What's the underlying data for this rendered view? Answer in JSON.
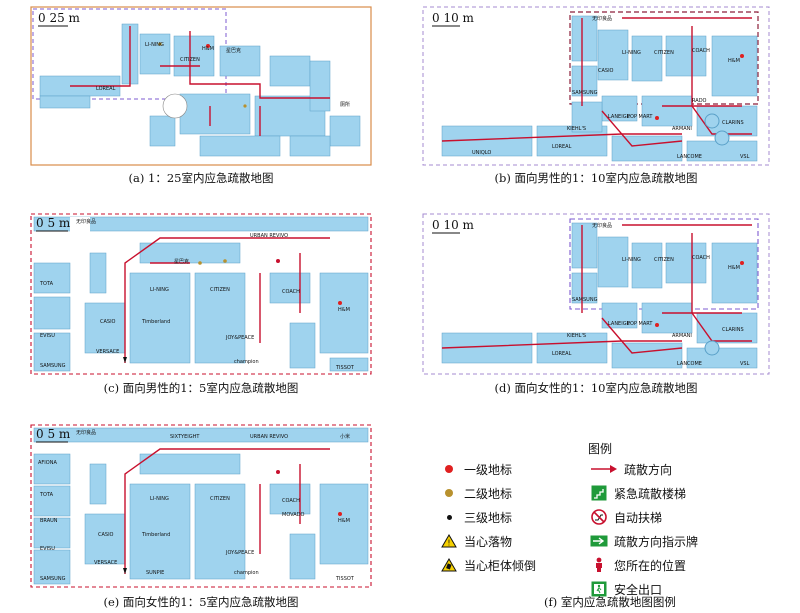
{
  "panels": {
    "a": {
      "scale": "0  25 m",
      "caption": "(a) 1：25室内应急疏散地图",
      "labels": [
        "LI-NING",
        "H&M",
        "CITIZEN",
        "LOREAL",
        "星巴克",
        "厕所"
      ]
    },
    "b": {
      "scale": "0  10 m",
      "caption": "(b) 面向男性的1：10室内应急疏散地图",
      "labels": [
        "LI-NING",
        "CITIZEN",
        "COACH",
        "H&M",
        "CASIO",
        "SAMSUNG",
        "RADO",
        "LANEIGE",
        "POP MART",
        "ARMANI",
        "KIEHL'S",
        "CLARINS",
        "LOREAL",
        "UNIQLO",
        "VSL",
        "LANCOME",
        "无印良品"
      ]
    },
    "c": {
      "scale": "0  5 m",
      "caption": "(c) 面向男性的1：5室内应急疏散地图",
      "labels": [
        "无印良品",
        "URBAN REVIVO",
        "TOTA",
        "LI-NING",
        "CITIZEN",
        "COACH",
        "H&M",
        "EVISU",
        "CASIO",
        "Timberland",
        "JOY&PEACE",
        "SAMSUNG",
        "VERSACE",
        "champion",
        "TISSOT",
        "星巴克"
      ]
    },
    "d": {
      "scale": "0  10 m",
      "caption": "(d) 面向女性的1：10室内应急疏散地图",
      "labels": [
        "LI-NING",
        "CITIZEN",
        "COACH",
        "H&M",
        "SAMSUNG",
        "LANEIGE",
        "POP MART",
        "ARMANI",
        "KIEHL'S",
        "CLARINS",
        "LOREAL",
        "LANCOME",
        "VSL",
        "无印良品"
      ]
    },
    "e": {
      "scale": "0  5 m",
      "caption": "(e) 面向女性的1：5室内应急疏散地图",
      "labels": [
        "无印良品",
        "SIXTYEIGHT",
        "URBAN REVIVO",
        "AFIONA",
        "TOTA",
        "BRAUN",
        "LI-NING",
        "CITIZEN",
        "COACH",
        "MOVADO",
        "H&M",
        "EVISU",
        "CASIO",
        "Timberland",
        "JOY&PEACE",
        "SAMSUNG",
        "VERSACE",
        "SUNPIE",
        "champion",
        "TISSOT",
        "小米"
      ]
    }
  },
  "legend": {
    "title": "图例",
    "caption": "(f) 室内应急疏散地图图例",
    "items_left": [
      {
        "label": "一级地标",
        "color": "#e02020"
      },
      {
        "label": "二级地标",
        "color": "#b8912e"
      },
      {
        "label": "三级地标",
        "color": "#111111"
      },
      {
        "label": "当心落物",
        "icon": "falling-object-warning-icon"
      },
      {
        "label": "当心柜体倾倒",
        "icon": "cabinet-tip-warning-icon"
      }
    ],
    "items_right": [
      {
        "label": "疏散方向",
        "icon": "evacuation-arrow-icon"
      },
      {
        "label": "紧急疏散楼梯",
        "icon": "emergency-stair-icon"
      },
      {
        "label": "自动扶梯",
        "icon": "escalator-prohibited-icon"
      },
      {
        "label": "疏散方向指示牌",
        "icon": "direction-sign-icon"
      },
      {
        "label": "您所在的位置",
        "icon": "you-are-here-icon"
      },
      {
        "label": "安全出口",
        "icon": "safety-exit-icon"
      }
    ]
  },
  "colors": {
    "store": "#9fd3ee",
    "route": "#c8102e",
    "frame_a": "#d98c4a",
    "frame_bd": "#a58bd0",
    "frame_ce": "#c8102e",
    "exit_green": "#1f9a3a"
  }
}
